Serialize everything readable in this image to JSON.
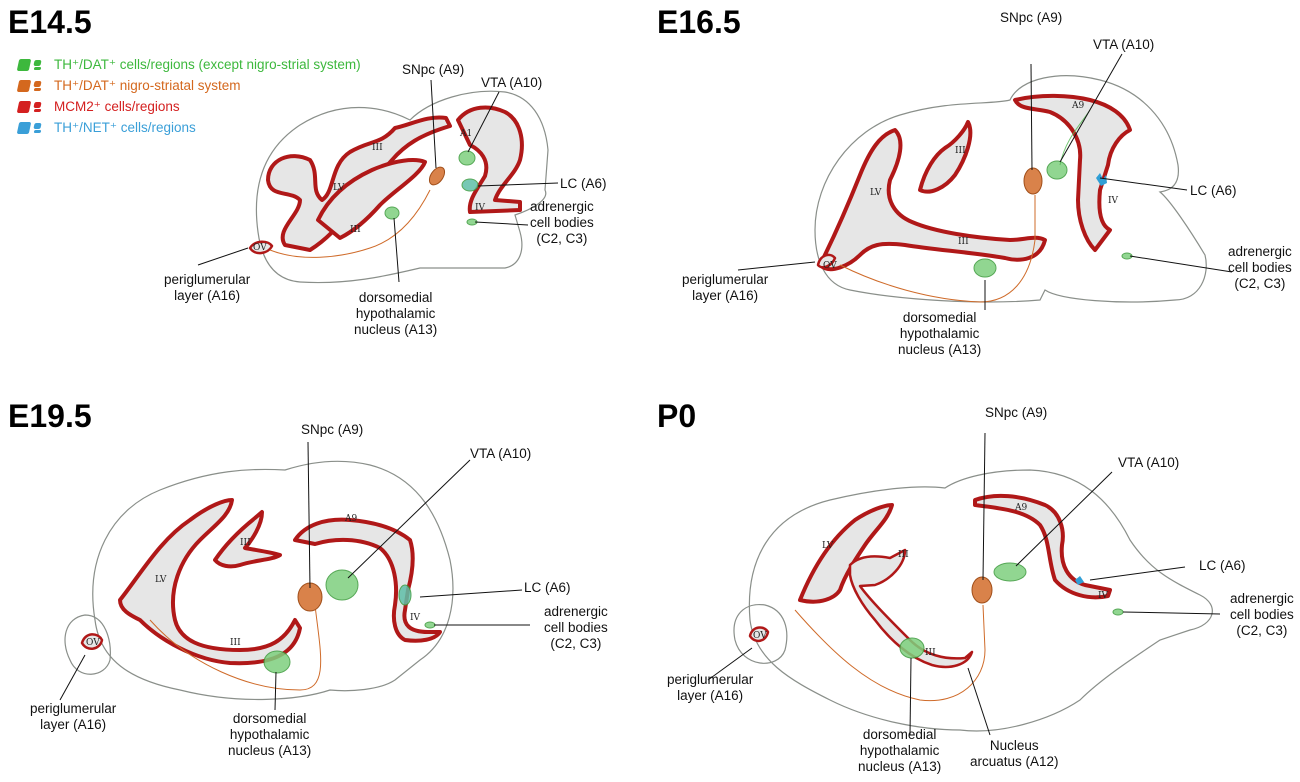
{
  "panels": [
    {
      "id": "e14",
      "title": "E14.5"
    },
    {
      "id": "e16",
      "title": "E16.5"
    },
    {
      "id": "e19",
      "title": "E19.5"
    },
    {
      "id": "p0",
      "title": "P0"
    }
  ],
  "legend": [
    {
      "text": "TH⁺/DAT⁺ cells/regions (except nigro-strial system)",
      "color": "#3db83d"
    },
    {
      "text": "TH⁺/DAT⁺ nigro-striatal system",
      "color": "#d4681e"
    },
    {
      "text": "MCM2⁺ cells/regions",
      "color": "#d42020"
    },
    {
      "text": "TH⁺/NET⁺ cells/regions",
      "color": "#3a9fd8"
    }
  ],
  "labels": {
    "snpc": "SNpc (A9)",
    "vta": "VTA (A10)",
    "lc": "LC (A6)",
    "adrenergic_1": "adrenergic",
    "adrenergic_2": "cell bodies",
    "adrenergic_3": "(C2, C3)",
    "peri_1": "periglumerular",
    "peri_2": "layer (A16)",
    "dorso_1": "dorsomedial",
    "dorso_2": "hypothalamic",
    "dorso_3": "nucleus (A13)",
    "nucleus_1": "Nucleus",
    "nucleus_2": "arcuatus (A12)"
  },
  "colors": {
    "outline": "#8a8f8a",
    "ventricle_red": "#b01818",
    "ventricle_fill": "#e6e6e6",
    "green": "#4fb84f",
    "orange": "#cf6b2a",
    "blue": "#2f9fd6"
  }
}
